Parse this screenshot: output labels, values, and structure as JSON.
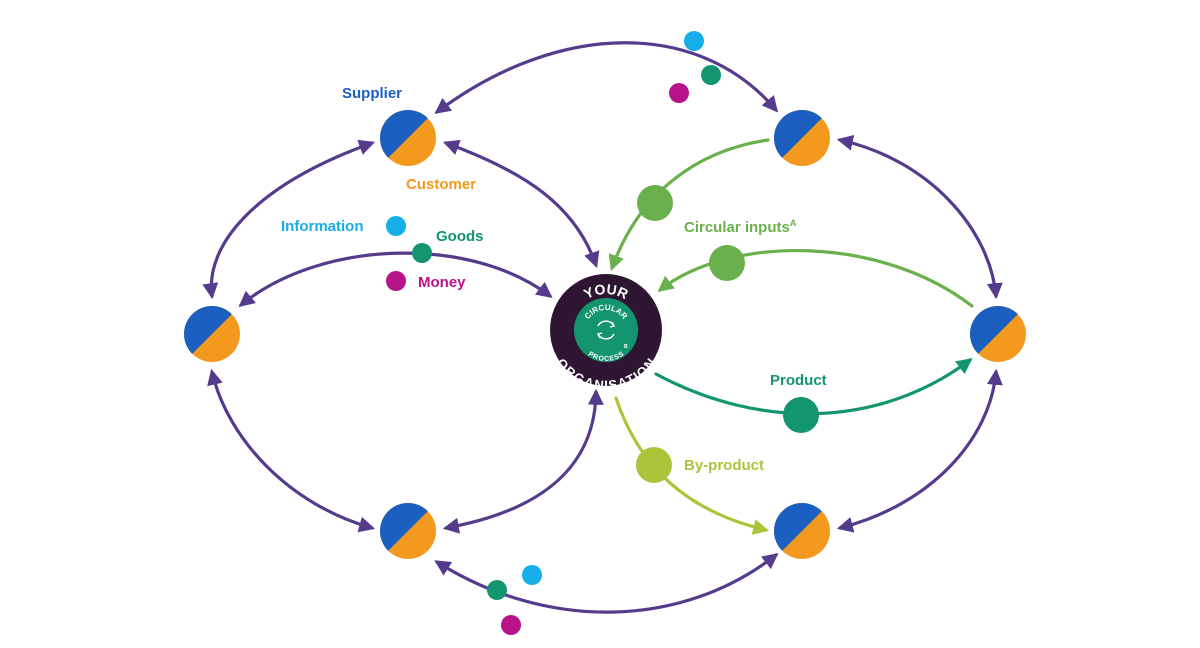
{
  "labels": {
    "supplier": "Supplier",
    "customer": "Customer",
    "information": "Information",
    "goods": "Goods",
    "money": "Money",
    "circular_inputs": "Circular inputs",
    "circular_inputs_sup": "A",
    "product": "Product",
    "by_product": "By-product"
  },
  "center": {
    "top_text": "YOUR",
    "bottom_text": "ORGANISATION",
    "inner_top": "CIRCULAR",
    "inner_bottom": "PROCESS",
    "inner_bottom_sup": "B"
  },
  "colors": {
    "arrow_purple": "#553b8c",
    "green": "#6ab04c",
    "teal": "#13956f",
    "lime": "#a9c63a",
    "info_cyan": "#15aee8",
    "money_magenta": "#b8128a",
    "node_blue": "#1b5fc0",
    "node_orange": "#f39a1e",
    "center_dark": "#2e1633",
    "center_inner": "#13956f",
    "supplier_label": "#1b5fc0",
    "customer_label": "#f39a1e"
  },
  "nodes": [
    {
      "id": "node-top-left"
    },
    {
      "id": "node-top-right"
    },
    {
      "id": "node-left"
    },
    {
      "id": "node-right"
    },
    {
      "id": "node-bottom-left"
    },
    {
      "id": "node-bottom-right"
    }
  ],
  "legend_icons": [
    "information-dot-icon",
    "goods-dot-icon",
    "money-dot-icon"
  ]
}
